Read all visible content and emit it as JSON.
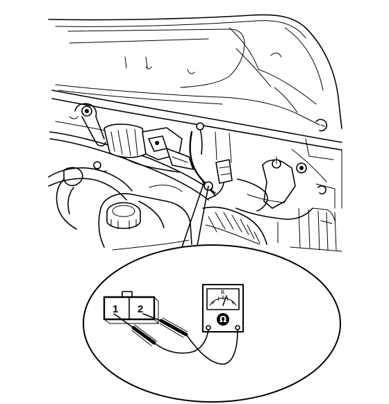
{
  "connector": {
    "pin_1": "1",
    "pin_2": "2"
  },
  "meter": {
    "scale_mark": "R",
    "range_symbol": "Ω"
  }
}
